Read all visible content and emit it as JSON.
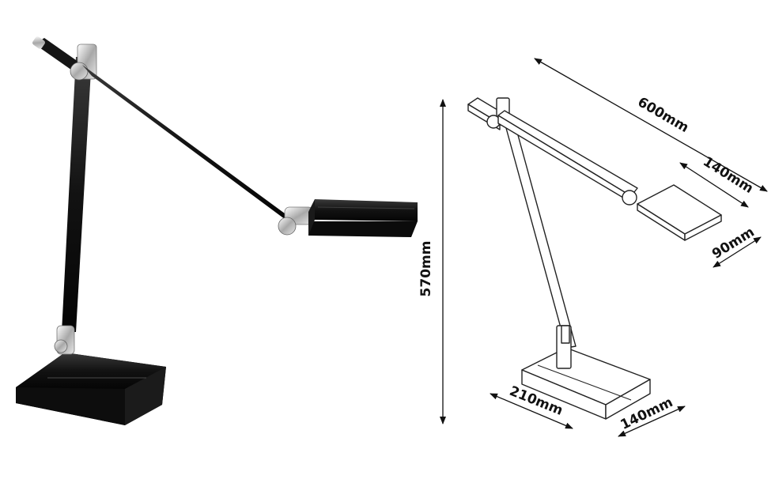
{
  "colors": {
    "lamp_body": "#141414",
    "chrome": "#c8c8c8",
    "outline": "#222222",
    "dimension": "#111111"
  },
  "dimensions": {
    "height": "570mm",
    "arm_length": "600mm",
    "head_length": "140mm",
    "head_width": "90mm",
    "base_length": "210mm",
    "base_width": "140mm"
  }
}
